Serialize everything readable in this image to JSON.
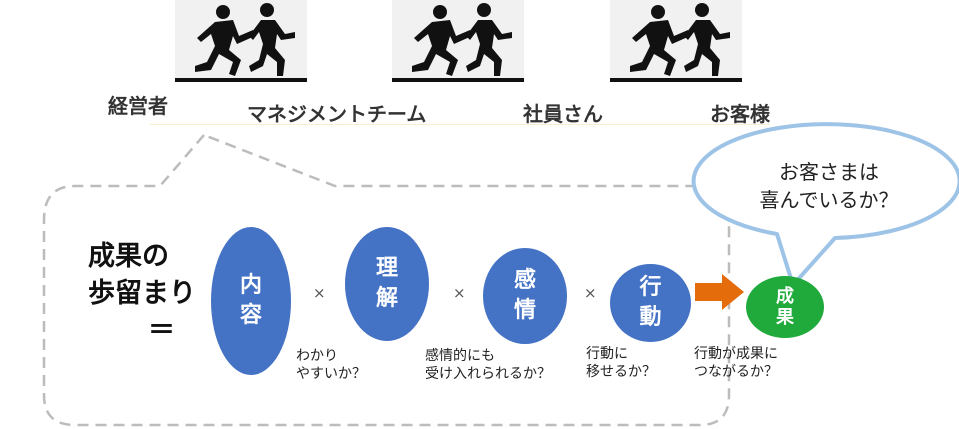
{
  "roles": [
    "経営者",
    "マネジメントチーム",
    "社員さん",
    "お客様"
  ],
  "headline": [
    "成果の",
    "歩留まり",
    "＝"
  ],
  "factors": [
    {
      "chars": [
        "内",
        "容"
      ],
      "note": [
        "わかり",
        "やすいか？"
      ]
    },
    {
      "chars": [
        "理",
        "解"
      ],
      "note": [
        "感情的にも",
        "受け入れられるか？"
      ]
    },
    {
      "chars": [
        "感",
        "情"
      ],
      "note": [
        "行動に",
        "移せるか？"
      ]
    },
    {
      "chars": [
        "行",
        "動"
      ],
      "note": [
        "行動が成果に",
        "つながるか？"
      ]
    }
  ],
  "operator": "×",
  "result": [
    "成",
    "果"
  ],
  "bubble": [
    "お客さまは",
    "喜んでいるか？"
  ],
  "colors": {
    "factor": "#4472c4",
    "result": "#1faa3b",
    "arrow": "#e46c0a",
    "bubble_border": "#9dc3e6"
  },
  "icons": [
    "runner-icon",
    "runner-icon",
    "runner-icon"
  ]
}
